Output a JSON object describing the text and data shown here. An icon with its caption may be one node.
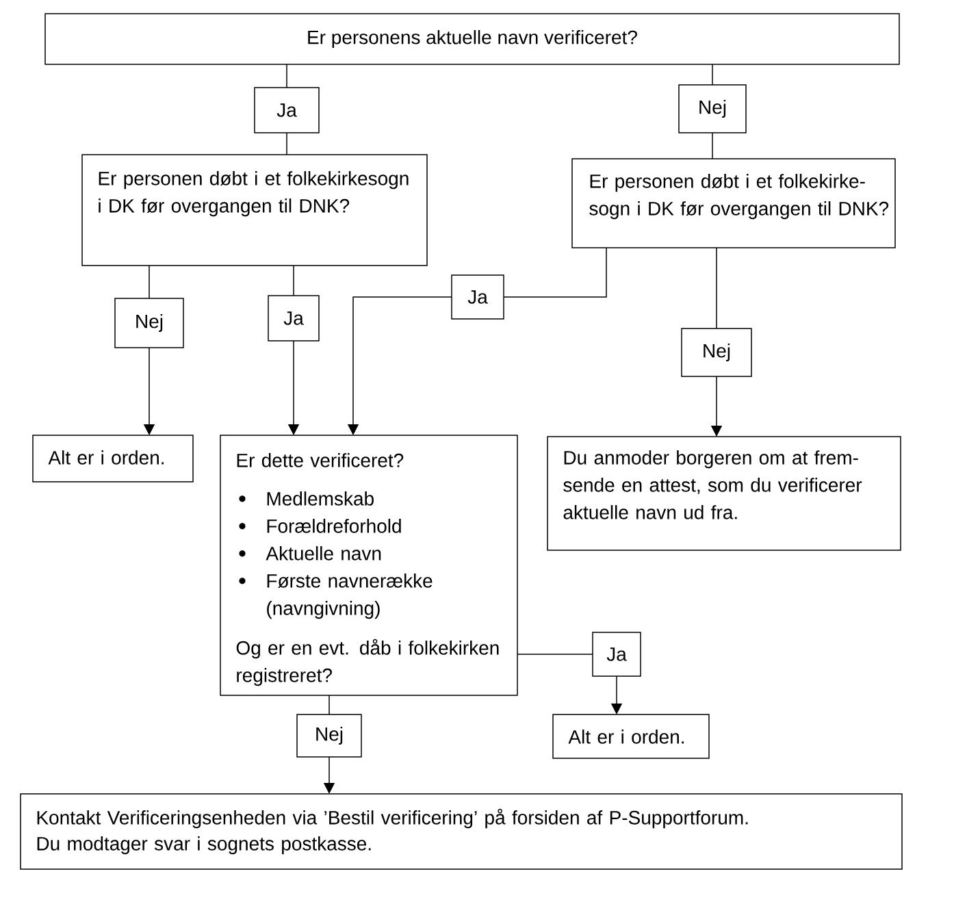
{
  "diagram": {
    "nodes": [
      {
        "text": [
          "Er personens aktuelle navn verificeret?"
        ]
      },
      {
        "text": [
          "Ja"
        ]
      },
      {
        "text": [
          "Nej"
        ]
      },
      {
        "text": [
          "Er personen døbt i et folkekirkesogn i DK før overgangen til DNK?"
        ]
      },
      {
        "text": [
          "Er personen døbt i et folkekirke- sogn i DK før overgangen til DNK?"
        ]
      },
      {
        "text": [
          "Nej"
        ]
      },
      {
        "text": [
          "Ja"
        ]
      },
      {
        "text": [
          "Ja"
        ]
      },
      {
        "text": [
          "Nej"
        ]
      },
      {
        "text": [
          "Alt er i orden."
        ]
      },
      {
        "text": [
          "Er dette verificeret?",
          "Medlemskab",
          "Forældreforhold",
          "Aktuelle navn",
          "Første navnerække (navngivning)",
          "Og er en evt. dåb i folkekirken registreret?"
        ]
      },
      {
        "text": [
          "Du anmoder borgeren om at frem- sende en attest, som du verificerer aktuelle navn ud fra."
        ]
      },
      {
        "text": [
          "Ja"
        ]
      },
      {
        "text": [
          "Nej"
        ]
      },
      {
        "text": [
          "Alt er i orden."
        ]
      },
      {
        "text": [
          "Kontakt Verificeringsenheden via ’Bestil verificering’ på forsiden af P-Supportforum.",
          "Du modtager svar i sognets postkasse."
        ]
      }
    ],
    "edges": [
      {
        "from": 0,
        "to": 1,
        "arrow": "none"
      },
      {
        "from": 1,
        "to": 3,
        "arrow": "none"
      },
      {
        "from": 0,
        "to": 2,
        "arrow": "none"
      },
      {
        "from": 2,
        "to": 4,
        "arrow": "none"
      },
      {
        "from": 3,
        "to": 5,
        "arrow": "none"
      },
      {
        "from": 5,
        "to": 9,
        "arrow": "to"
      },
      {
        "from": 3,
        "to": 6,
        "arrow": "none"
      },
      {
        "from": 6,
        "to": 10,
        "arrow": "to"
      },
      {
        "from": 4,
        "to": 7,
        "arrow": "none"
      },
      {
        "from": 7,
        "to": 10,
        "arrow": "to"
      },
      {
        "from": 4,
        "to": 8,
        "arrow": "none"
      },
      {
        "from": 8,
        "to": 11,
        "arrow": "to"
      },
      {
        "from": 10,
        "to": 12,
        "arrow": "none"
      },
      {
        "from": 12,
        "to": 14,
        "arrow": "to"
      },
      {
        "from": 10,
        "to": 13,
        "arrow": "none"
      },
      {
        "from": 13,
        "to": 15,
        "arrow": "to"
      }
    ]
  }
}
